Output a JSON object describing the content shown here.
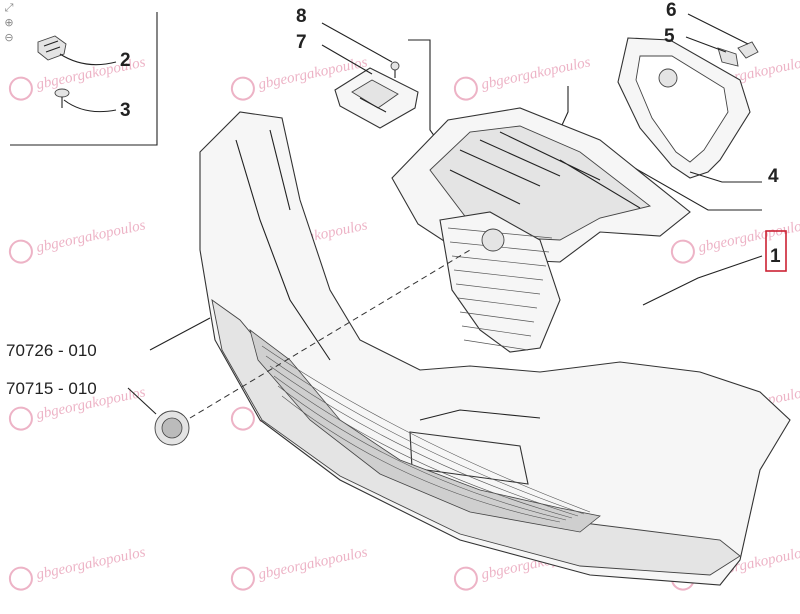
{
  "viewer": {
    "zoom_in_icon": "zoom-in-icon",
    "zoom_out_icon": "zoom-out-icon",
    "fit_icon": "fit-icon"
  },
  "diagram": {
    "callouts": [
      "8",
      "7",
      "2",
      "3",
      "6",
      "5",
      "4",
      "1"
    ],
    "references": [
      "70726 - 010",
      "70715 - 010"
    ],
    "highlight_color": "#cc2233"
  },
  "watermark": {
    "text": "gbgeorgakopoulos",
    "logo": "gbgeorgakopoulos-logo",
    "color": "#e79ab3"
  }
}
